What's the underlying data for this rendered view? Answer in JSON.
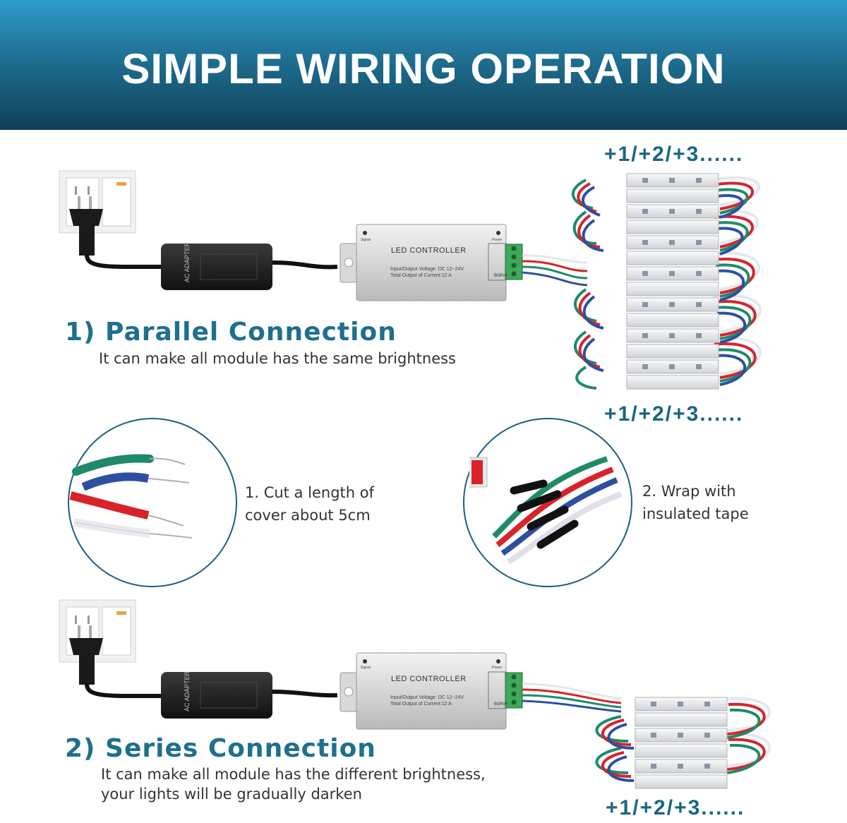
{
  "header": {
    "title": "SIMPLE WIRING OPERATION"
  },
  "parallel": {
    "count_top": "+1/+2/+3......",
    "count_bottom": "+1/+2/+3......",
    "title": "1) Parallel Connection",
    "description": "It can make all module has the same brightness"
  },
  "controller": {
    "label": "LED CONTROLLER",
    "spec_line1": "Input/Output Voltage: DC 12~24V",
    "spec_line2": "Total Output of Current:12 A",
    "signal_label": "Signal",
    "power_label": "Power",
    "terminals": [
      "B",
      "G",
      "R",
      "V+"
    ]
  },
  "adapter": {
    "label": "AC ADAPTER"
  },
  "steps": {
    "step1_line1": "1. Cut a length of",
    "step1_line2": "cover about 5cm",
    "step2_line1": "2. Wrap with",
    "step2_line2": "insulated tape"
  },
  "series": {
    "title": "2) Series Connection",
    "description_line1": "It can make all module has the different brightness,",
    "description_line2": "your lights will be gradually darken",
    "count_bottom": "+1/+2/+3......"
  },
  "colors": {
    "banner_top": "#2e9ccc",
    "banner_bottom": "#0f3f57",
    "accent": "#1f6f8e",
    "wire_green": "#1f8a6a",
    "wire_red": "#d8232a",
    "wire_blue": "#2d4fa3",
    "wire_white": "#e6e6ee"
  },
  "icons": [
    "wall-socket-icon",
    "power-plug-icon",
    "ac-adapter-icon",
    "led-controller-icon",
    "led-module-icon",
    "cut-wire-icon",
    "taped-wire-icon"
  ]
}
